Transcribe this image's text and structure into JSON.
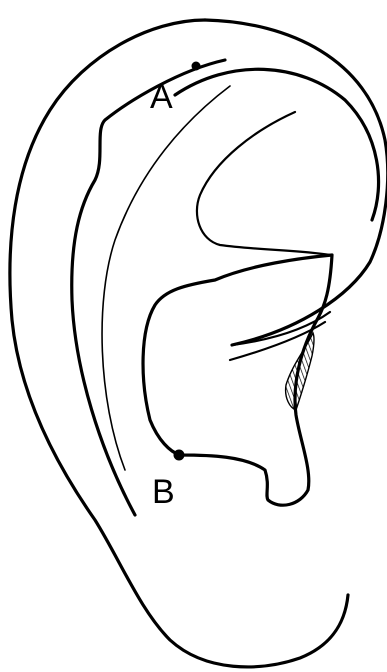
{
  "points": [
    {
      "id": "A",
      "label": "A"
    },
    {
      "id": "B",
      "label": "B"
    }
  ],
  "colors": {
    "line": "#000000",
    "background": "#ffffff"
  }
}
